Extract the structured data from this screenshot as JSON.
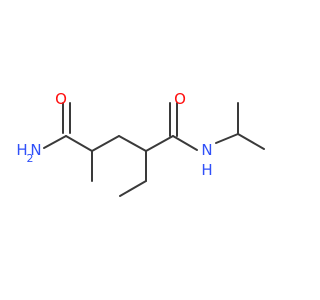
{
  "molecule": {
    "atoms": {
      "o_left": "O",
      "o_right": "O",
      "nh2_n": "N",
      "nh2_h": "H",
      "nh2_sub": "2",
      "nh_n": "N",
      "nh_h": "H"
    },
    "colors": {
      "bond": "#3a3a3a",
      "oxygen": "#ff0d0d",
      "nitrogen": "#3050f8"
    }
  }
}
